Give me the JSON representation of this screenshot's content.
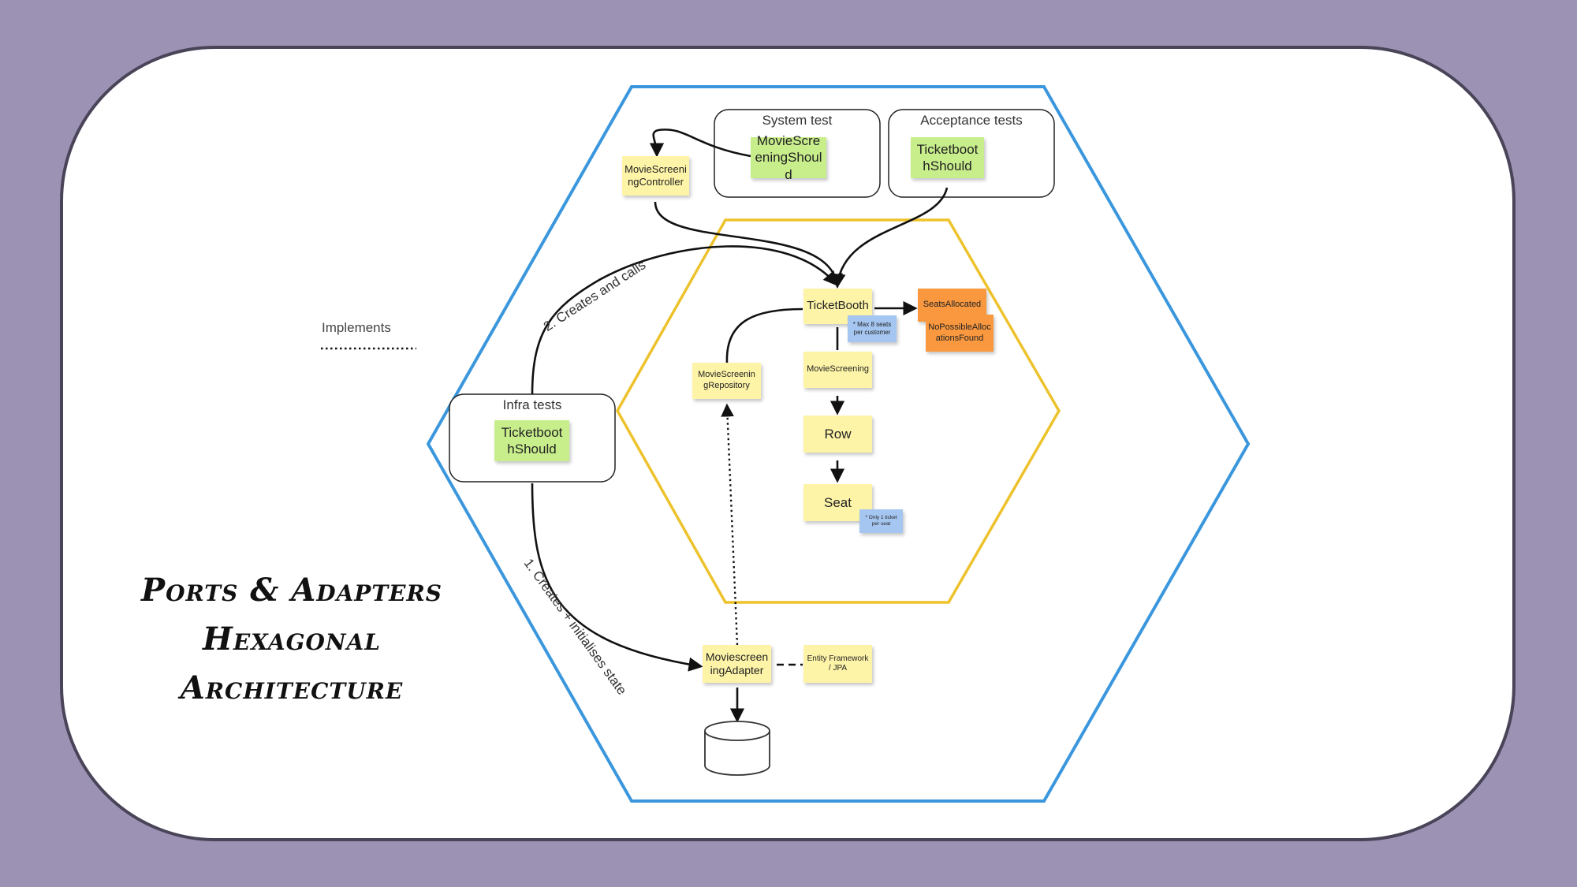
{
  "title": {
    "line1": "Ports & Adapters",
    "line2": "Hexagonal",
    "line3": "Architecture"
  },
  "legend": {
    "implements": "Implements"
  },
  "groups": {
    "system_test": "System test",
    "acceptance_tests": "Acceptance tests",
    "infra_tests": "Infra tests"
  },
  "stickies": {
    "system_test_class": "MovieScreeningShould",
    "acceptance_test_class": "TicketboothShould",
    "infra_test_class": "TicketboothShould",
    "controller": "MovieScreeningController",
    "ticketbooth": "TicketBooth",
    "max_seats_note": "* Max 8 seats per customer",
    "seats_allocated": "SeatsAllocated",
    "no_possible_allocations": "NoPossibleAllocationsFound",
    "movie_screening": "MovieScreening",
    "repository": "MovieScreeningRepository",
    "row": "Row",
    "seat": "Seat",
    "one_ticket_note": "* Only 1 ticket per seat",
    "adapter": "MoviescreeningAdapter",
    "entity_framework": "Entity Framework / JPA"
  },
  "edges": {
    "creates_and_calls": "2. Creates and calls",
    "creates_initialises": "1. Creates + initialises state"
  },
  "colors": {
    "background": "#9c93b4",
    "outer_hexagon": "#3b97dd",
    "inner_hexagon": "#edc22c",
    "sticky_yellow": "#fef4a8",
    "sticky_green": "#c8ee8c",
    "sticky_orange": "#f9983f",
    "sticky_blue": "#a5c6f0"
  }
}
